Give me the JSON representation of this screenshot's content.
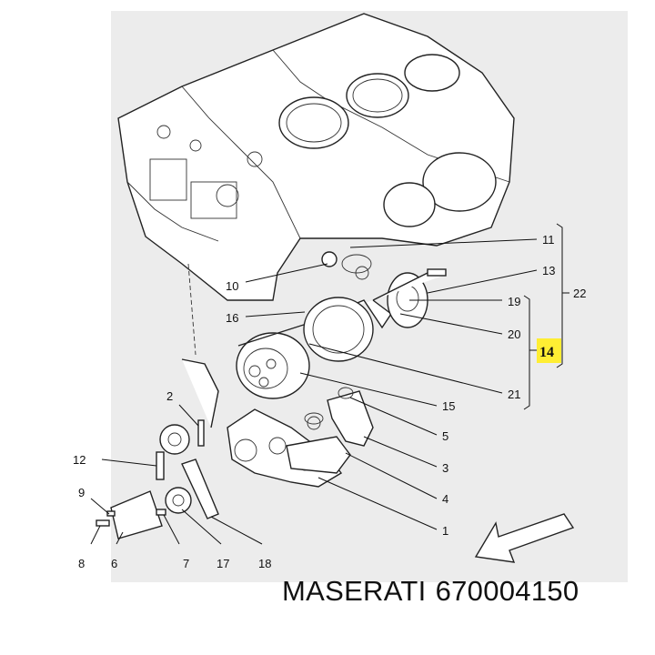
{
  "callouts": {
    "c1": "1",
    "c2": "2",
    "c3": "3",
    "c4": "4",
    "c5": "5",
    "c6": "6",
    "c7": "7",
    "c8": "8",
    "c9": "9",
    "c10": "10",
    "c11": "11",
    "c12": "12",
    "c13": "13",
    "c14": "14",
    "c15": "15",
    "c16": "16",
    "c17": "17",
    "c18": "18",
    "c19": "19",
    "c20": "20",
    "c21": "21",
    "c22": "22"
  },
  "highlight_color": "#ffee33",
  "footer": {
    "brand": "MASERATI",
    "part_number": "670004150"
  }
}
